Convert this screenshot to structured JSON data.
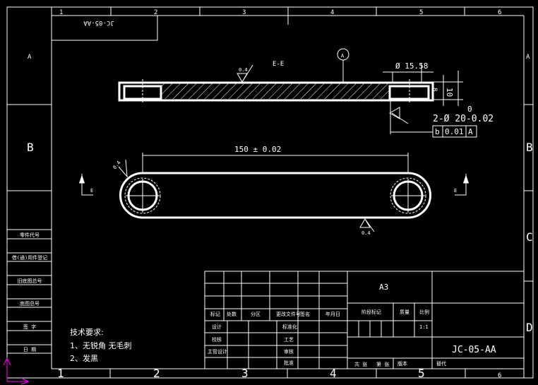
{
  "sheet": {
    "top_zones": [
      "1",
      "2",
      "3",
      "4",
      "5",
      "6"
    ],
    "bottom_zones": [
      "1",
      "2",
      "3",
      "4",
      "5",
      "6"
    ],
    "left_zones": [
      "A",
      "B"
    ],
    "right_zones": [
      "A",
      "B",
      "C",
      "D"
    ],
    "code_box_rotated": "JC-05-AA"
  },
  "left_column": [
    "零件代号",
    "借(通)用件登记",
    "旧底图总号",
    "底图总号",
    "签 字",
    "日 期"
  ],
  "section_view": {
    "label": "E-E",
    "datum": "A",
    "roughness_top": "0.4",
    "dia_counterbore": "Ø 15.58",
    "depth": "10",
    "depth_small": "8",
    "hole_spec": "2-Ø 20-0.02",
    "hole_tol_upper": "0",
    "tolerance_frame": [
      "b",
      "0.01",
      "A"
    ]
  },
  "plan_view": {
    "center_distance": "150 ± 0.02",
    "roughness_left": "0.4",
    "roughness_bottom": "0.4",
    "section_mark": "E"
  },
  "tech_requirements": {
    "title": "技术要求:",
    "items": [
      "1、无锐角 无毛刺",
      "2、发黑"
    ]
  },
  "title_block": {
    "header_row": [
      "标记",
      "处数",
      "分区",
      "更改文件号",
      "签名",
      "年月日"
    ],
    "rows": [
      "设计",
      "校核",
      "主管设计",
      ""
    ],
    "mid_labels": [
      "标准化",
      "工艺",
      "审核",
      "批准"
    ],
    "format": "A3",
    "stage_label": "阶段标记",
    "weight_label": "质量",
    "scale_label": "比例",
    "scale": "1:1",
    "drawing_no": "JC-05-AA",
    "sheet_total": "共 张",
    "sheet_num": "第 张",
    "version": "版本",
    "replaces": "替代"
  },
  "colors": {
    "line": "#ffffff",
    "ucs": "#ff00ff",
    "background": "#000000"
  }
}
